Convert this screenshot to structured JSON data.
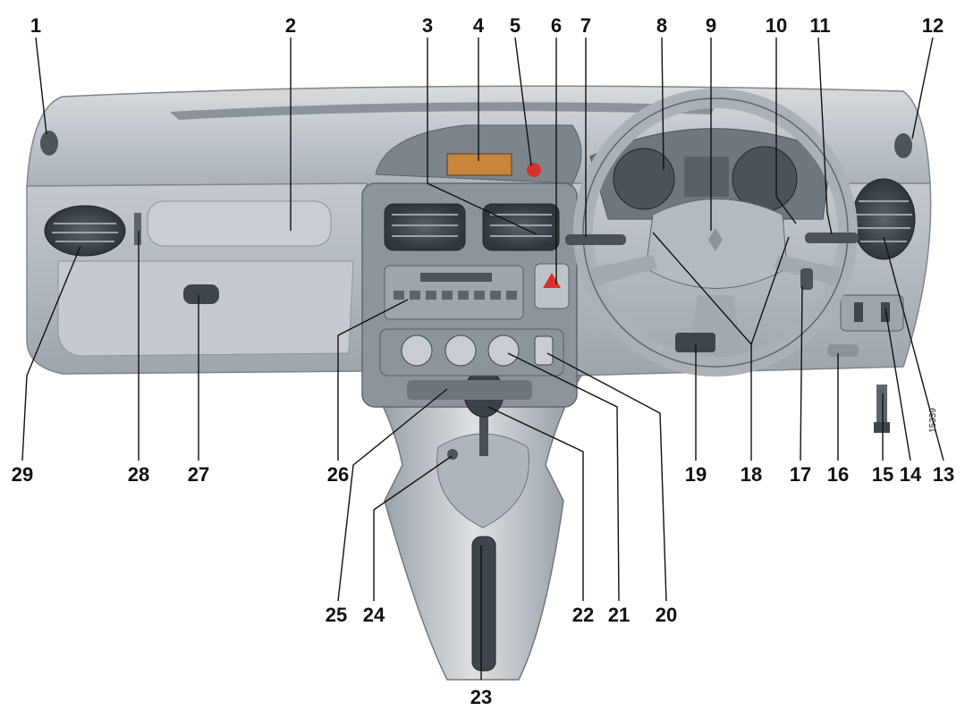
{
  "callouts": [
    {
      "id": 1,
      "label": "1"
    },
    {
      "id": 2,
      "label": "2"
    },
    {
      "id": 3,
      "label": "3"
    },
    {
      "id": 4,
      "label": "4"
    },
    {
      "id": 5,
      "label": "5"
    },
    {
      "id": 6,
      "label": "6"
    },
    {
      "id": 7,
      "label": "7"
    },
    {
      "id": 8,
      "label": "8"
    },
    {
      "id": 9,
      "label": "9"
    },
    {
      "id": 10,
      "label": "10"
    },
    {
      "id": 11,
      "label": "11"
    },
    {
      "id": 12,
      "label": "12"
    },
    {
      "id": 13,
      "label": "13"
    },
    {
      "id": 14,
      "label": "14"
    },
    {
      "id": 15,
      "label": "15"
    },
    {
      "id": 16,
      "label": "16"
    },
    {
      "id": 17,
      "label": "17"
    },
    {
      "id": 18,
      "label": "18"
    },
    {
      "id": 19,
      "label": "19"
    },
    {
      "id": 20,
      "label": "20"
    },
    {
      "id": 21,
      "label": "21"
    },
    {
      "id": 22,
      "label": "22"
    },
    {
      "id": 23,
      "label": "23"
    },
    {
      "id": 24,
      "label": "24"
    },
    {
      "id": 25,
      "label": "25"
    },
    {
      "id": 26,
      "label": "26"
    },
    {
      "id": 27,
      "label": "27"
    },
    {
      "id": 28,
      "label": "28"
    },
    {
      "id": 29,
      "label": "29"
    }
  ],
  "figure_ref": "15339",
  "colors": {
    "dashboard": "#b8bfc5",
    "dashboard_dark": "#7d868d",
    "dashboard_light": "#d9dee2",
    "hazard_red": "#d8302a",
    "display_amber": "#c9853c"
  }
}
